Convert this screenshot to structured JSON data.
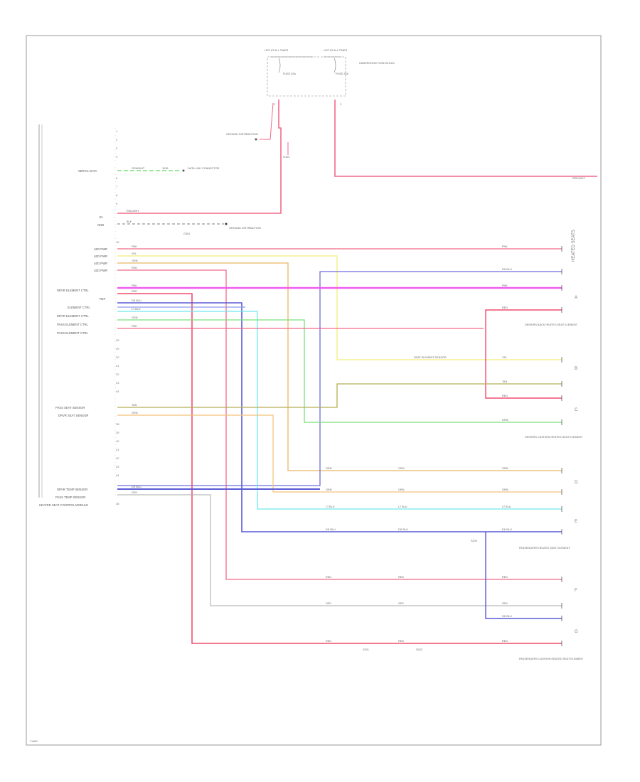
{
  "diagram_title": "HEATED SEAT CONTROL MODULE",
  "footer_code": "T-M00",
  "colors": {
    "red": "#f06a88",
    "pink_red": "#ef4d6f",
    "magenta": "#f05bf0",
    "yellow": "#f2ee7a",
    "orange": "#e8b866",
    "light_orange": "#f3c27a",
    "olive": "#b5ae55",
    "blue": "#6e6ee0",
    "dark_blue": "#5a5ad6",
    "light_blue": "#8e9bf0",
    "cyan": "#6ee8ee",
    "green": "#7de07d",
    "grey": "#a9a9a9",
    "dark": "#333333"
  },
  "power": {
    "fuse1_top": "HOT AT ALL TIMES",
    "fuse2_top": "HOT AT ALL TIMES",
    "fuse1_label": "FUSE 20A",
    "fuse2_label": "FUSE 20A",
    "fuse_box": "UNDERHOOD FUSE BLOCK",
    "ground_label": "G104",
    "wire_right": "RED/WHT",
    "ground_dist": "GROUND DISTRIBUTION"
  },
  "module_pins": {
    "serial_data": "SERIAL DATA",
    "serial_wire": "GRN/WHT",
    "serial_wire2": "1036",
    "serial_dest": "DATA LINK CONNECTOR",
    "b_plus": "B+",
    "gnd": "GND",
    "b_wire": "RED/WHT",
    "gnd_wire": "BLK",
    "gnd_note": "G301",
    "gnd_note2": "GROUND DISTRIBUTION",
    "led_rows": [
      "LED PWR",
      "LED PWR",
      "LED PWR",
      "LED PWR"
    ],
    "ctl_rows": [
      "DRVR ELEMENT CTRL",
      "REF",
      "ELEMENT CTRL",
      "DRVR ELEMENT CTRL",
      "PASS ELEMENT CTRL",
      "PASS ELEMENT CTRL"
    ],
    "sensor_rows": [
      "PASS SEAT SENSOR",
      "DRVR SEAT SENSOR"
    ],
    "bottom_rows": [
      "DRVR TEMP SENSOR",
      "PASS TEMP SENSOR"
    ]
  },
  "right_components": {
    "drvr_back": "DRIVERS BACK HEATED SEAT ELEMENT",
    "drvr_cushion": "DRIVERS CUSHION HEATED SEAT ELEMENT",
    "pass_back": "PASSENGERS HEATED SEAT ELEMENT",
    "pass_cushion": "PASSENGERS CUSHION HEATED SEAT ELEMENT",
    "seat_element_sensor": "SEAT ELEMENT SENSOR",
    "wire_codes": [
      "PNK",
      "YEL",
      "ORN",
      "BLU",
      "RED",
      "GRY",
      "LT BLU",
      "DK BLU",
      "GRN",
      "TAN"
    ],
    "splice_labels": [
      "S201",
      "S202",
      "S203"
    ]
  },
  "corner_tag": "HEATED SEATS"
}
